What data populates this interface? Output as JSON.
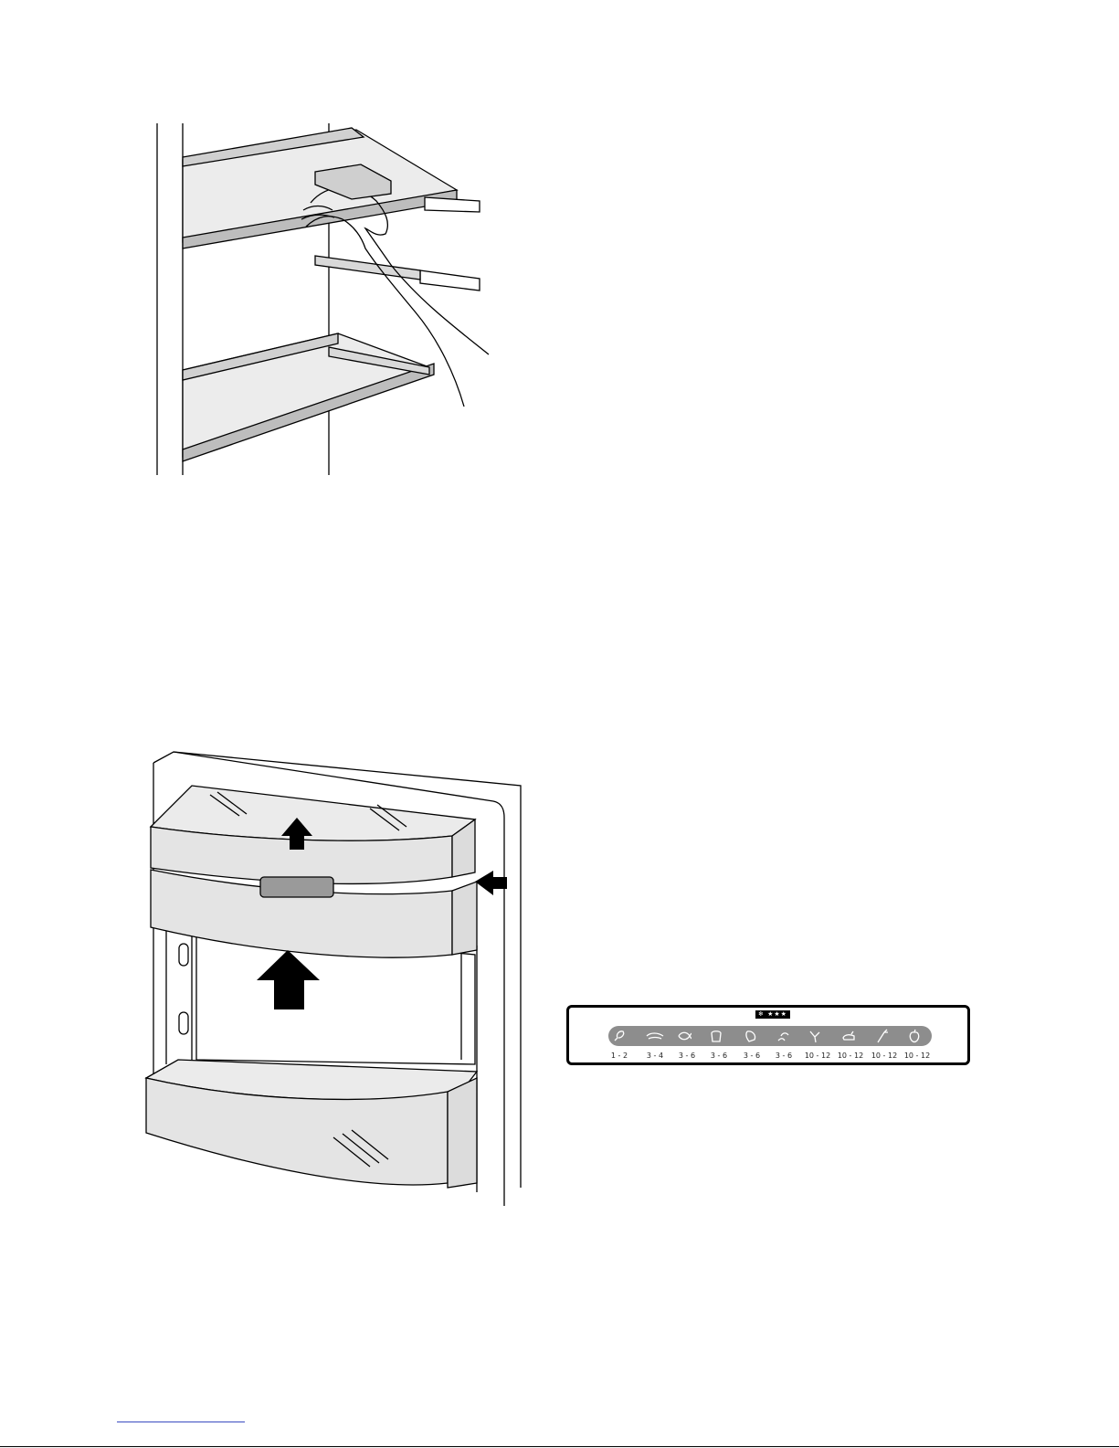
{
  "panel": {
    "header": "❄ ★★★",
    "icons": [
      "poultry-icon",
      "sausage-icon",
      "fish-icon",
      "bread-icon",
      "meat-icon",
      "shellfish-icon",
      "pork-icon",
      "beef-icon",
      "vegetable-icon",
      "fruit-icon"
    ],
    "labels": [
      "1 - 2",
      "3 - 4",
      "3 - 6",
      "3 - 6",
      "3 - 6",
      "3 - 6",
      "10 - 12",
      "10 - 12",
      "10 - 12",
      "10 - 12"
    ]
  },
  "colors": {
    "line": "#000000",
    "panel_gray": "#e6e6e6",
    "strip_gray": "#8d8d8d",
    "footer_rule": "#3b4cc0"
  }
}
